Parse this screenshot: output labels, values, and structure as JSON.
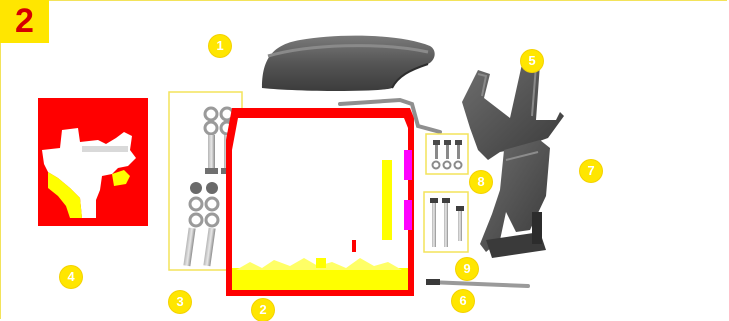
{
  "figure": {
    "step_number": "2",
    "colors": {
      "badge_bg": "#ffe600",
      "badge_text": "#d50000",
      "callout_bg": "#ffe600",
      "callout_text": "#ffffff",
      "frame_line": "#f3e35a",
      "part_red": "#ff0000",
      "part_yellow": "#ffff00",
      "part_dark": "#5a5a5a"
    },
    "callouts": [
      {
        "id": "c1",
        "label": "1",
        "part": "cover"
      },
      {
        "id": "c2",
        "label": "2",
        "part": "frame"
      },
      {
        "id": "c3",
        "label": "3",
        "part": "bolt-set-large"
      },
      {
        "id": "c4",
        "label": "4",
        "part": "bracket-inset"
      },
      {
        "id": "c5",
        "label": "5",
        "part": "mount-arm"
      },
      {
        "id": "c6",
        "label": "6",
        "part": "cable"
      },
      {
        "id": "c7",
        "label": "7",
        "part": "support-bracket"
      },
      {
        "id": "c8",
        "label": "8",
        "part": "bolt-set-small"
      },
      {
        "id": "c9",
        "label": "9",
        "part": "screw-set"
      }
    ]
  }
}
